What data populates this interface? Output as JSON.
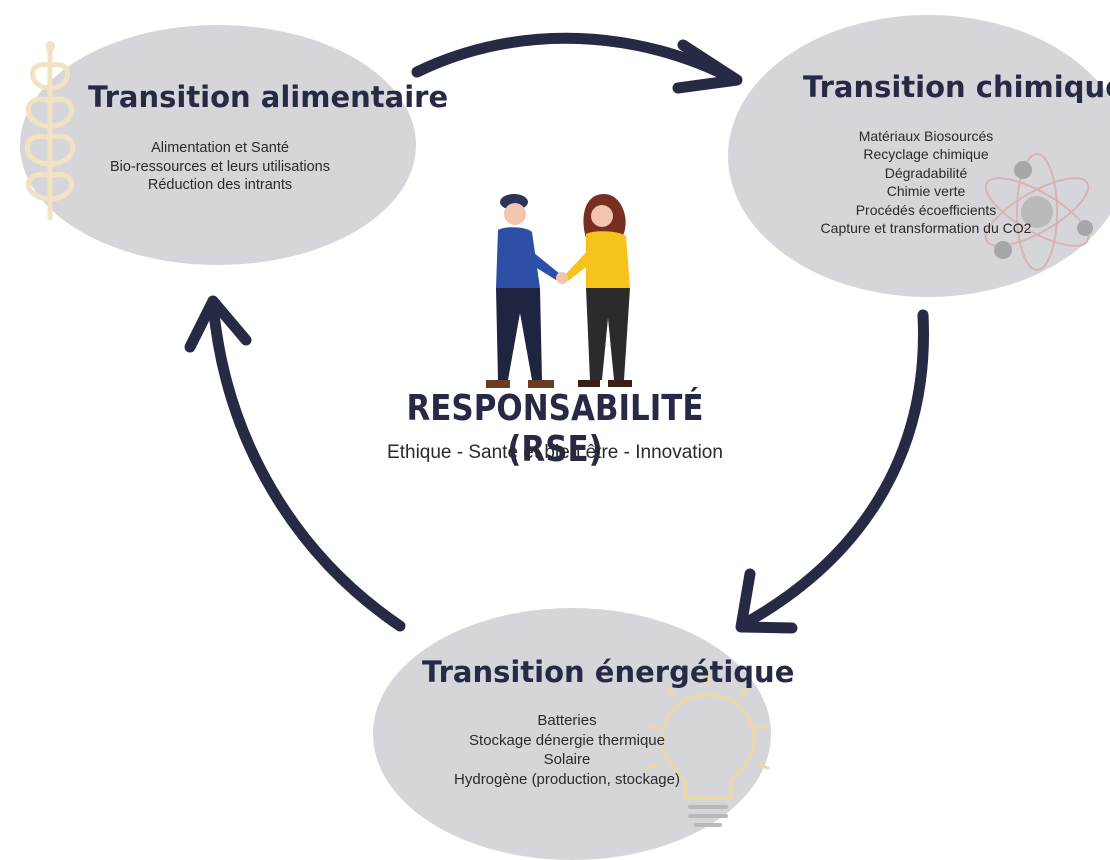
{
  "nodes": {
    "alimentaire": {
      "title": "Transition alimentaire",
      "items": [
        "Alimentation et Santé",
        "Bio-ressources et leurs utilisations",
        "Réduction des intrants"
      ],
      "icon": "wheat-icon"
    },
    "chimique": {
      "title": "Transition chimique",
      "items": [
        "Matériaux Biosourcés",
        "Recyclage chimique",
        "Dégradabilité",
        "Chimie verte",
        "Procédés écoefficients",
        "Capture et transformation du CO2"
      ],
      "icon": "atom-icon"
    },
    "energetique": {
      "title": "Transition énergétique",
      "items": [
        "Batteries",
        "Stockage dénergie thermique",
        "Solaire",
        "Hydrogène (production, stockage)"
      ],
      "icon": "lightbulb-icon"
    }
  },
  "center": {
    "title": "RESPONSABILITÉ (RSE)",
    "subtitle": "Ethique - Santé et bien être - Innovation",
    "illustration": "handshake-illustration"
  },
  "colors": {
    "bubble": "#d6d6da",
    "arrow": "#262a45",
    "title": "#262a45",
    "wheat": "#f1e3c2",
    "bulb": "#ecd9a1",
    "atom": "#d9b3b3"
  }
}
